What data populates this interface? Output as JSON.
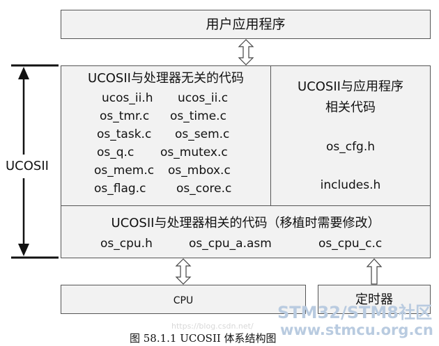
{
  "app_layer": {
    "label": "用户应用程序"
  },
  "ucosii_label": "UCOSII",
  "independent": {
    "title": "UCOSII与处理器无关的代码",
    "files_left": [
      "ucos_ii.h",
      "os_tmr.c",
      "os_task.c",
      "os_q.c",
      "os_mem.c",
      "os_flag.c"
    ],
    "files_right": [
      "ucos_ii.c",
      "os_time.c",
      "os_sem.c",
      "os_mutex.c",
      "os_mbox.c",
      "os_core.c"
    ]
  },
  "app_related": {
    "title_line1": "UCOSII与应用程序",
    "title_line2": "相关代码",
    "files": [
      "os_cfg.h",
      "includes.h"
    ]
  },
  "cpu_related": {
    "title": "UCOSII与处理器相关的代码（移植时需要修改）",
    "files": [
      "os_cpu.h",
      "os_cpu_a.asm",
      "os_cpu_c.c"
    ]
  },
  "cpu_box": {
    "label": "CPU"
  },
  "timer_box": {
    "label": "定时器"
  },
  "caption": "图 58.1.1 UCOSII 体系结构图",
  "watermark": {
    "line1": "STM32/STM8社区",
    "line2": "www.stmcu.org.cn",
    "blog": "https://blog.csdn.net/"
  }
}
